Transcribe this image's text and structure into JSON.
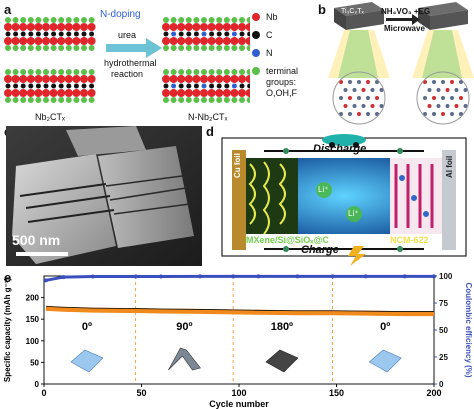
{
  "panels": {
    "a": {
      "letter": "a",
      "n_doping": "N-doping",
      "urea": "urea",
      "hydrothermal": "hydrothermal",
      "reaction": "reaction",
      "left_label": "Nb₂CTₓ",
      "right_label": "N-Nb₂CTₓ",
      "legend": [
        {
          "label": "Nb",
          "color": "#e0252b"
        },
        {
          "label": "C",
          "color": "#111111"
        },
        {
          "label": "N",
          "color": "#2f5fd0"
        },
        {
          "label": "terminal",
          "color": "#5cbf4a"
        }
      ],
      "legend_extra": [
        "groups:",
        "O,OH,F"
      ]
    },
    "b": {
      "letter": "b",
      "left_block": "Ti₃C₂Tₓ",
      "arrow_top": "NH₄VO₃ +EG",
      "arrow_bottom": "Microwave"
    },
    "c": {
      "letter": "c",
      "scale_bar": "500 nm"
    },
    "d": {
      "letter": "d",
      "discharge": "Discharge",
      "charge": "Charge",
      "cu_foil": "Cu foil",
      "al_foil": "Al foil",
      "anode": "MXene/Si@SiOₓ@C",
      "cathode": "NCM-622",
      "li_ion": "Li⁺"
    },
    "e": {
      "letter": "e"
    }
  },
  "colors": {
    "nb": "#e0252b",
    "c": "#111111",
    "n": "#2f5fd0",
    "terminal": "#5cbf4a",
    "capacity_line": "#f08a1c",
    "efficiency_dots": "#3a4fbf",
    "accent_cyan": "#18b5c9",
    "anode_text": "#6fd04a",
    "cathode_text": "#f4e04d",
    "frame_purple": "#7a3fa0"
  },
  "chart_data": {
    "type": "line",
    "xlabel": "Cycle number",
    "ylabel": "Specific capacity (mAh g⁻¹)",
    "y2label": "Coulombic efficiency (%)",
    "xlim": [
      0,
      200
    ],
    "ylim": [
      0,
      250
    ],
    "y2lim": [
      0,
      100
    ],
    "x_ticks": [
      "0",
      "50",
      "100",
      "150",
      "200"
    ],
    "y_ticks": [
      "0",
      "50",
      "100",
      "150",
      "200"
    ],
    "y2_ticks": [
      "0",
      "25",
      "50",
      "75",
      "100"
    ],
    "bend_angles": [
      "0º",
      "90º",
      "180º",
      "0º"
    ],
    "dividers_x": [
      47,
      97,
      148
    ],
    "series": [
      {
        "values_x": [
          1,
          10,
          25,
          47,
          60,
          80,
          97,
          110,
          130,
          148,
          165,
          185,
          200
        ],
        "values": [
          175,
          173,
          171,
          170,
          169,
          168,
          167,
          166,
          165,
          165,
          164,
          163,
          163
        ]
      },
      {
        "axis": "right",
        "values_x": [
          1,
          10,
          25,
          47,
          60,
          80,
          97,
          110,
          130,
          148,
          165,
          185,
          200
        ],
        "values": [
          96,
          99,
          99.5,
          99.5,
          99.5,
          99.6,
          99.6,
          99.6,
          99.6,
          99.6,
          99.6,
          99.6,
          99.6
        ]
      }
    ]
  }
}
